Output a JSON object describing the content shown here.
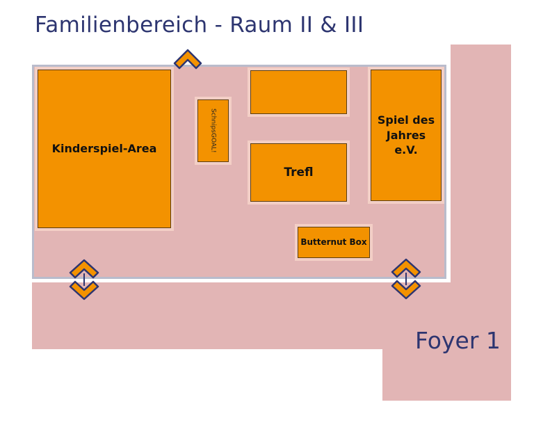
{
  "title": "Familienbereich - Raum II & III",
  "booths": {
    "kinderspiel": "Kinderspiel-Area",
    "schnipsgoal": "SchnipsGOAL!",
    "top_unlabeled": "",
    "trefl": "Trefl",
    "spiel_des_jahres": "Spiel des Jahres e.V.",
    "butternut": "Butternut Box"
  },
  "areas": {
    "foyer": "Foyer 1"
  },
  "colors": {
    "title_text": "#2d3570",
    "booth_fill": "#f39200",
    "floor_fill": "#e2b5b5",
    "hall_border": "#b9bccc",
    "arrow_stroke": "#2d3570",
    "arrow_fill": "#f39200"
  },
  "icons": {
    "entrance_top": "chevron-up-icon",
    "passage_left": "double-arrow-vertical-icon",
    "passage_right": "double-arrow-vertical-icon"
  }
}
